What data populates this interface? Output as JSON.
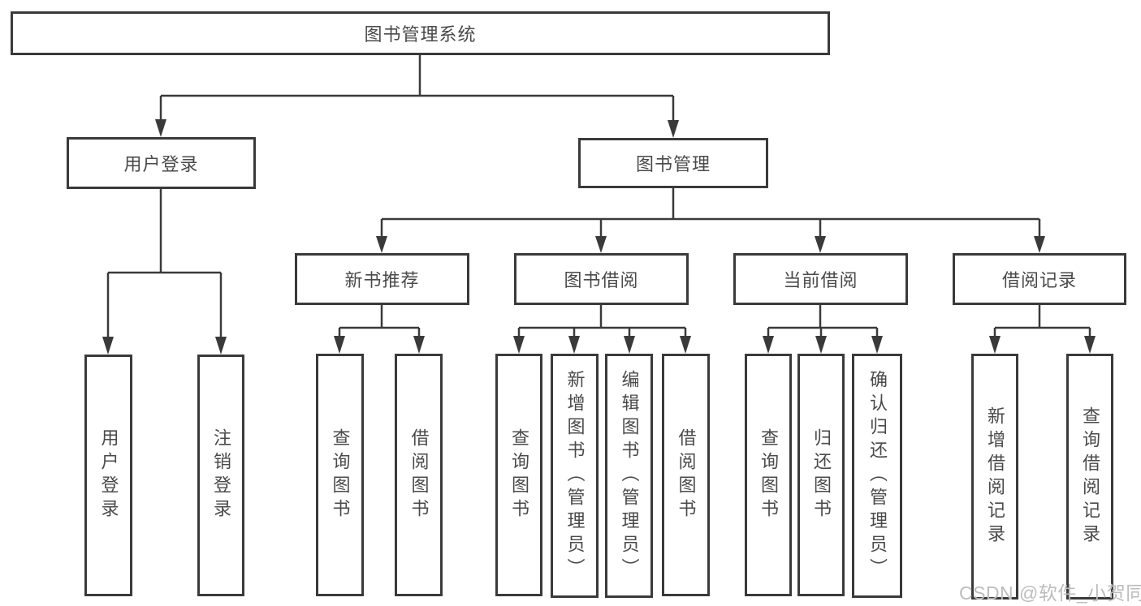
{
  "diagram": {
    "title": "图书管理系统",
    "root": {
      "label": "图书管理系统"
    },
    "branches": [
      {
        "id": "user-login",
        "label": "用户登录",
        "children": [
          "用户登录",
          "注销登录"
        ]
      },
      {
        "id": "book-management",
        "label": "图书管理",
        "sections": [
          {
            "id": "new-book-recommend",
            "label": "新书推荐",
            "children": [
              "查询图书",
              "借阅图书"
            ]
          },
          {
            "id": "book-borrow",
            "label": "图书借阅",
            "children": [
              "查询图书",
              "新增图书（管理员）",
              "编辑图书（管理员）",
              "借阅图书"
            ]
          },
          {
            "id": "current-borrow",
            "label": "当前借阅",
            "children": [
              "查询图书",
              "归还图书",
              "确认归还（管理员）"
            ]
          },
          {
            "id": "borrow-records",
            "label": "借阅记录",
            "children": [
              "新增借阅记录",
              "查询借阅记录"
            ]
          }
        ]
      }
    ]
  },
  "watermark": {
    "text": "CSDN @软件_小贺同学"
  },
  "colors": {
    "line": "#3a3a3a",
    "box_border": "#3a3a3a",
    "box_fill": "#ffffff",
    "text": "#4a4a4a",
    "watermark": "#bcbcbc",
    "background": "#ffffff"
  }
}
